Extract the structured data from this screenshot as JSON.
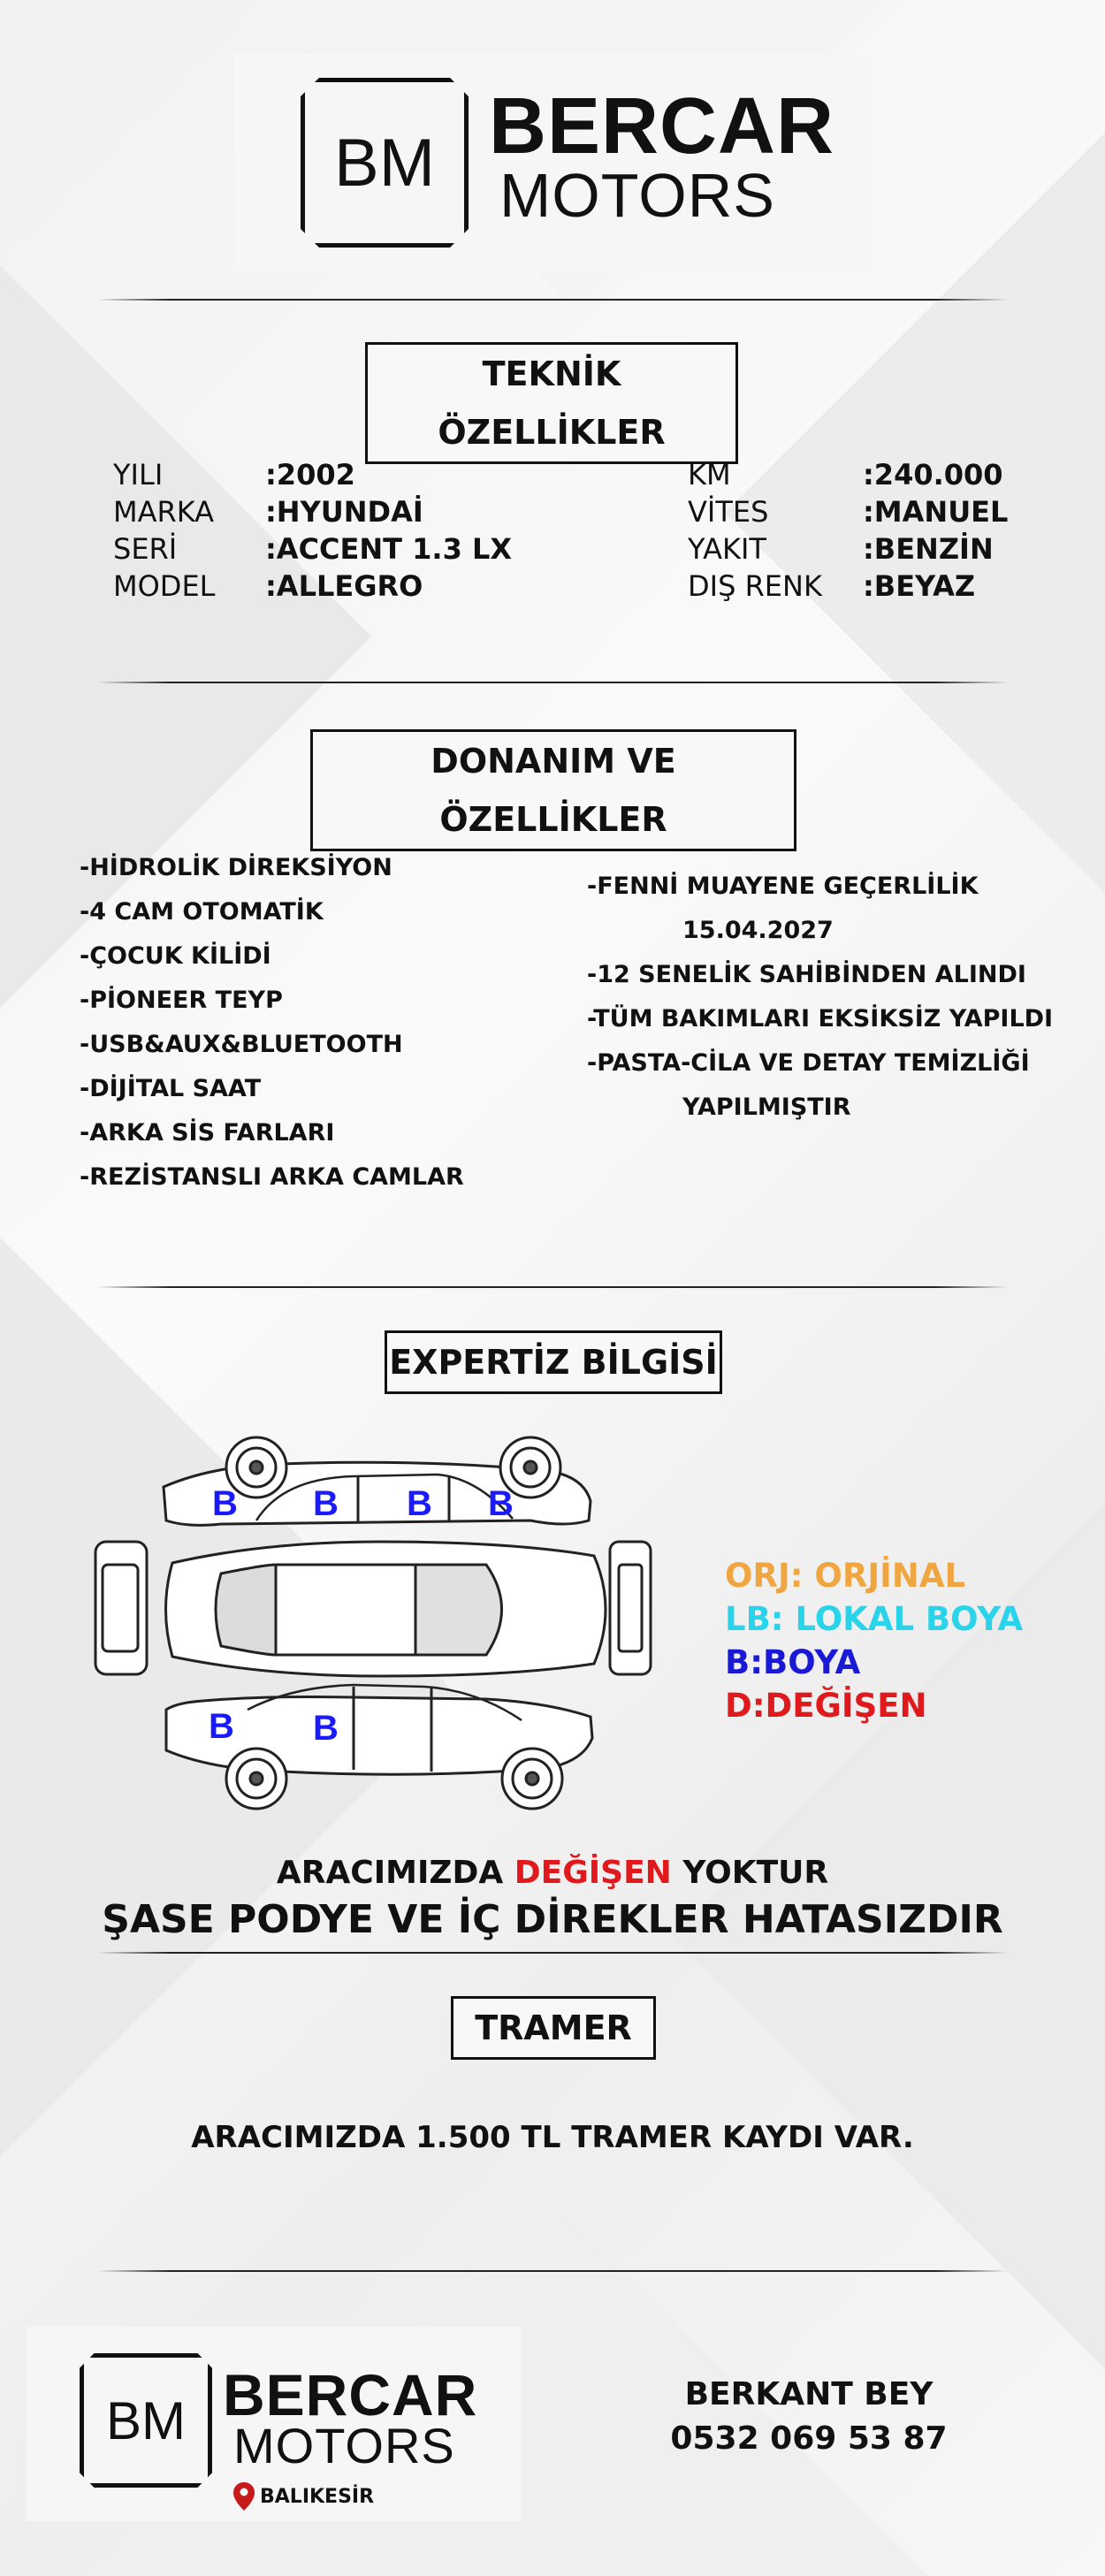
{
  "brand": {
    "monogram": "BM",
    "name_top": "BERCAR",
    "name_bottom": "MOTORS"
  },
  "teknik": {
    "title": "TEKNİK ÖZELLİKLER",
    "left": [
      {
        "key": "YILI",
        "value": ":2002"
      },
      {
        "key": "MARKA",
        "value": ":HYUNDAİ"
      },
      {
        "key": "SERİ",
        "value": ":ACCENT 1.3 LX"
      },
      {
        "key": "MODEL",
        "value": ":ALLEGRO"
      }
    ],
    "right": [
      {
        "key": "KM",
        "value": ":240.000"
      },
      {
        "key": "VİTES",
        "value": ":MANUEL"
      },
      {
        "key": "YAKIT",
        "value": ":BENZİN"
      },
      {
        "key": "DIŞ RENK",
        "value": ":BEYAZ"
      }
    ]
  },
  "donanim": {
    "title": "DONANIM VE ÖZELLİKLER",
    "left": [
      "-HİDROLİK DİREKSİYON",
      "-4 CAM OTOMATİK",
      "-ÇOCUK KİLİDİ",
      "-PİONEER TEYP",
      "-USB&AUX&BLUETOOTH",
      "-DİJİTAL SAAT",
      "-ARKA SİS FARLARI",
      "-REZİSTANSLI ARKA CAMLAR"
    ],
    "right": {
      "item1": "-FENNİ MUAYENE GEÇERLİLİK",
      "item1b": "15.04.2027",
      "item2": "-12 SENELİK SAHİBİNDEN ALINDI",
      "item3": "-TÜM BAKIMLARI EKSİKSİZ YAPILDI",
      "item4": "-PASTA-CİLA VE DETAY TEMİZLİĞİ",
      "item4b": "YAPILMIŞTIR"
    }
  },
  "expertiz": {
    "title": "EXPERTİZ BİLGİSİ",
    "marks": [
      "B",
      "B",
      "B",
      "B",
      "B",
      "B"
    ],
    "legend": [
      {
        "text": "ORJ: ORJİNAL",
        "color": "#f0a640"
      },
      {
        "text": "LB: LOKAL BOYA",
        "color": "#29d3ea"
      },
      {
        "text": "B:BOYA",
        "color": "#1a1ad6"
      },
      {
        "text": "D:DEĞİŞEN",
        "color": "#e0191c"
      }
    ],
    "line1_pre": "ARACIMIZDA ",
    "line1_red": "DEĞİŞEN",
    "line1_post": " YOKTUR",
    "red_color": "#e0191c",
    "line2": "ŞASE PODYE VE İÇ DİREKLER HATASIZDIR"
  },
  "tramer": {
    "title": "TRAMER",
    "text": "ARACIMIZDA 1.500 TL TRAMER KAYDI VAR."
  },
  "footer": {
    "location": "BALIKESİR",
    "contact_name": "BERKANT BEY",
    "phone": "0532 069 53 87"
  }
}
